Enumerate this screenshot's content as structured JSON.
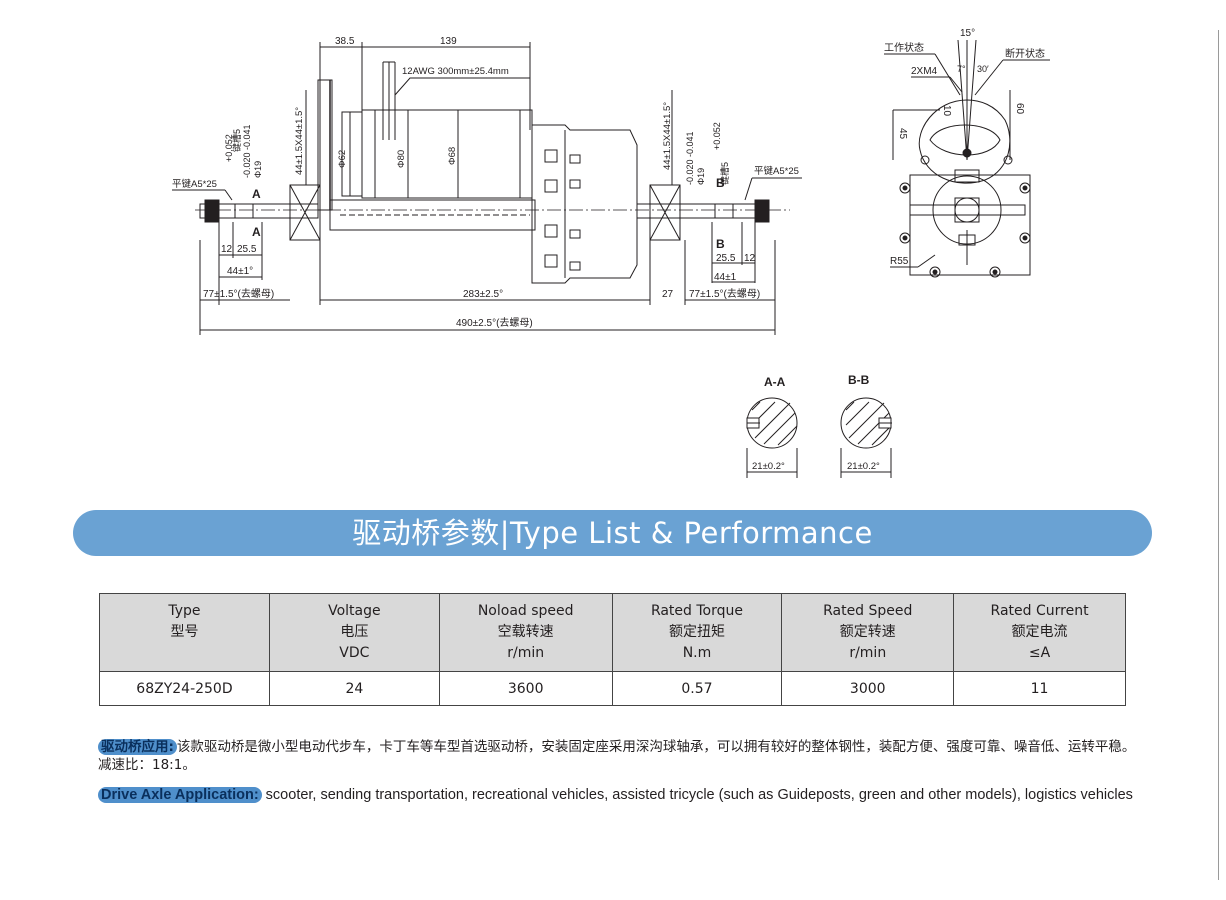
{
  "drawing": {
    "dims_top": [
      "38.5",
      "139"
    ],
    "wire_label": "12AWG 300mm±25.4mm",
    "state_work": "工作状态",
    "state_open": "断开状态",
    "angle_15": "15°",
    "angle_7": "7°",
    "angle_30": "30′",
    "label_2xm4": "2XM4",
    "dim_10": "10",
    "dim_60": "60",
    "dim_45": "45",
    "label_r55": "R55",
    "flat_key_left": "平键A5*25",
    "flat_key_right": "平键A5*25",
    "key_slot": "键槽5",
    "tol_pos": "+0.052",
    "tol_zero": "0",
    "shaft_dia": "Φ19",
    "tol_neg": "-0.020 -0.041",
    "dim_44_1_5": "44±1.5X44±1.5°",
    "dia_62": "Φ62",
    "dia_80": "Φ80",
    "dia_68": "Φ68",
    "section_a": "A",
    "section_b": "B",
    "dim_12": "12",
    "dim_25_5": "25.5",
    "dim_44_1": "44±1°",
    "dim_44_1_right": "44±1",
    "dim_77": "77±1.5°(去螺母)",
    "dim_283": "283±2.5°",
    "dim_27": "27",
    "dim_490": "490±2.5°(去螺母)",
    "section_aa": "A-A",
    "section_bb": "B-B",
    "dim_21": "21±0.2°"
  },
  "banner": {
    "title": "驱动桥参数|Type List & Performance"
  },
  "table": {
    "headers": [
      {
        "en": "Type",
        "cn": "型号",
        "unit": ""
      },
      {
        "en": "Voltage",
        "cn": "电压",
        "unit": "VDC"
      },
      {
        "en": "Noload speed",
        "cn": "空载转速",
        "unit": "r/min"
      },
      {
        "en": "Rated Torque",
        "cn": "额定扭矩",
        "unit": "N.m"
      },
      {
        "en": "Rated Speed",
        "cn": "额定转速",
        "unit": "r/min"
      },
      {
        "en": "Rated Current",
        "cn": "额定电流",
        "unit": "≤A"
      }
    ],
    "rows": [
      [
        "68ZY24-250D",
        "24",
        "3600",
        "0.57",
        "3000",
        "11"
      ]
    ]
  },
  "application": {
    "cn_tag": "驱动桥应用:",
    "cn_text": "该款驱动桥是微小型电动代步车，卡丁车等车型首选驱动桥，安装固定座采用深沟球轴承，可以拥有较好的整体钢性，装配方便、强度可靠、噪音低、运转平稳。减速比：18:1。",
    "en_tag": "Drive Axle Application:",
    "en_text": " scooter, sending transportation, recreational vehicles, assisted tricycle (such as Guideposts, green and other models), logistics vehicles"
  }
}
